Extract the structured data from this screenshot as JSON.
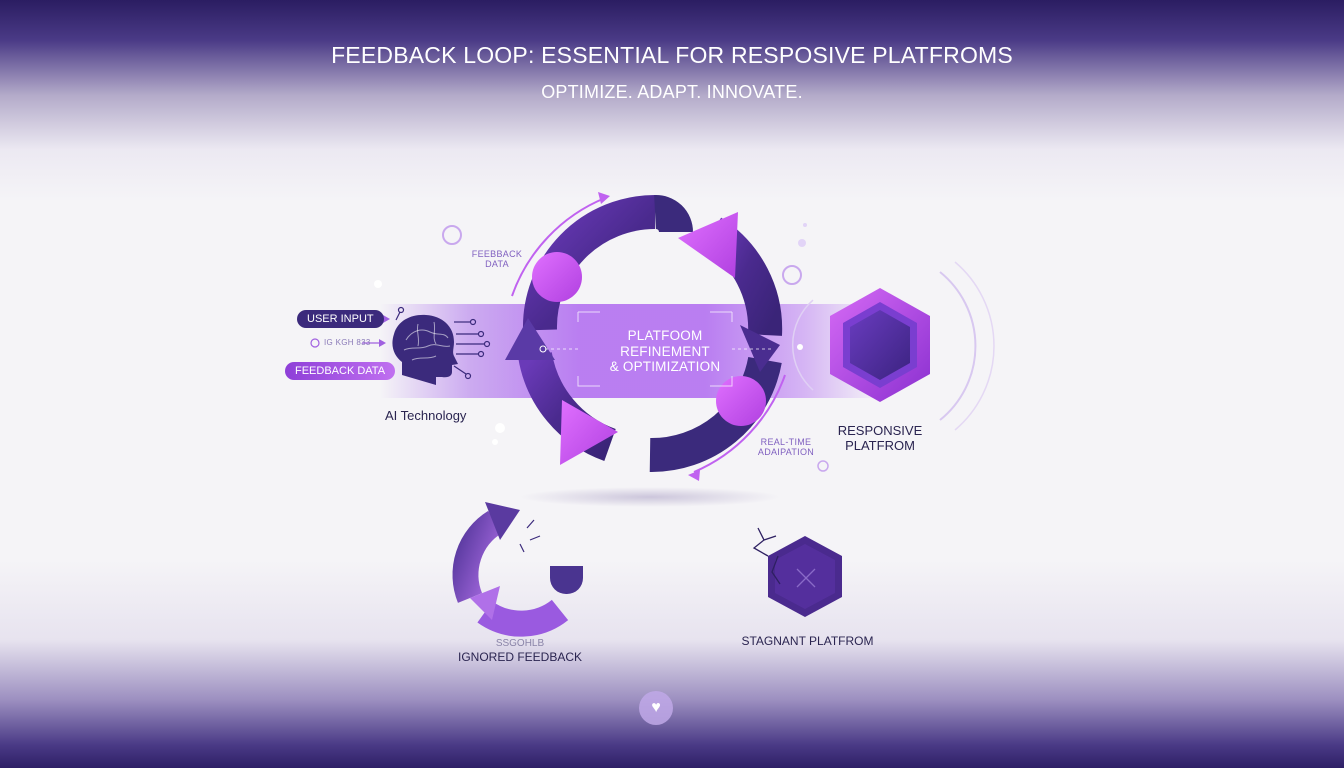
{
  "header": {
    "title": "FEEDBACK LOOP: ESSENTIAL FOR RESPOSIVE PLATFROMS",
    "subtitle": "OPTIMIZE. ADAPT. INNOVATE."
  },
  "inputs": {
    "user_input": "USER INPUT",
    "sensor_stream": "IG KGH 833",
    "feedback_data": "FEEDBACK DATA"
  },
  "ai": {
    "label": "AI Technology"
  },
  "loop": {
    "feedback_data_line1": "FEEBBACK",
    "feedback_data_line2": "DATA",
    "center_line1": "PLATFOOM",
    "center_line2": "REFINEMENT",
    "center_line3": "& OPTIMIZATION",
    "realtime_line1": "REAL-TIME",
    "realtime_line2": "ADAIPATION"
  },
  "platform": {
    "label_line1": "RESPONSIVE",
    "label_line2": "PLATFROM"
  },
  "broken_loop": {
    "label_faded": "SSGOHLB",
    "label": "IGNORED FEEDBACK"
  },
  "stagnant": {
    "label": "STAGNANT PLATFROM"
  },
  "colors": {
    "dark_purple": "#3b2a7c",
    "accent_magenta": "#cf5ff0",
    "accent_violet": "#8a3fd6",
    "band": "#b46cf0"
  },
  "icons": {
    "brain": "brain-head-icon",
    "hexagon": "hexagon-platform-icon",
    "heart": "heart-icon"
  }
}
